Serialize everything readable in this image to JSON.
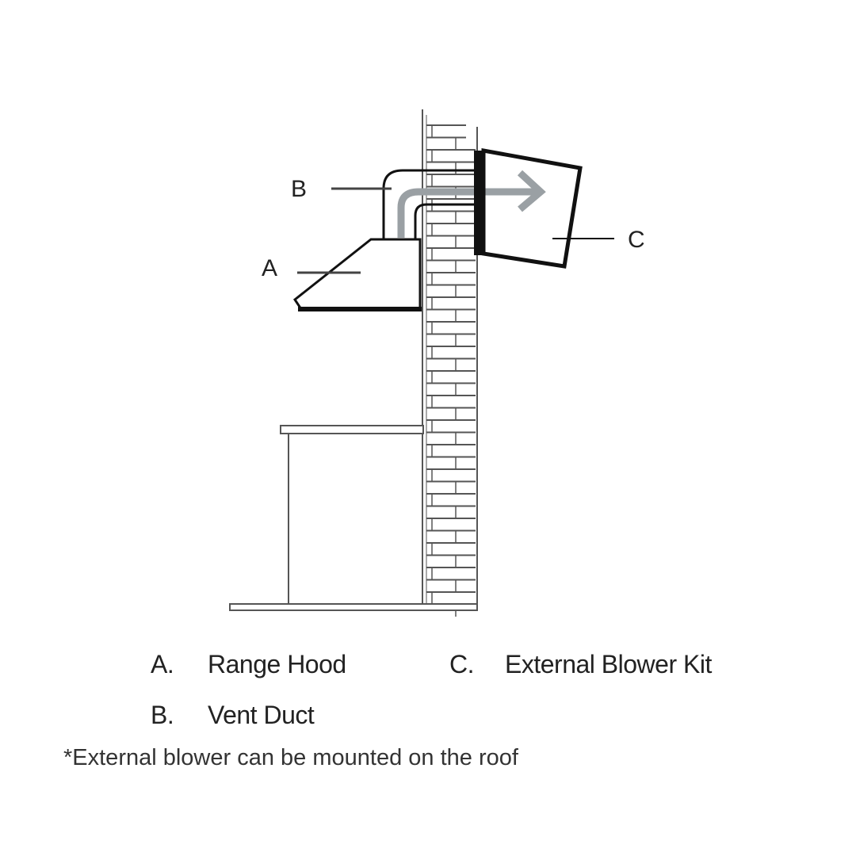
{
  "diagram": {
    "callouts": {
      "a": "A",
      "b": "B",
      "c": "C"
    },
    "legend": [
      {
        "key": "A.",
        "label": "Range Hood"
      },
      {
        "key": "B.",
        "label": "Vent Duct"
      },
      {
        "key": "C.",
        "label": "External Blower Kit"
      }
    ],
    "note": "*External blower can  be mounted on the roof",
    "colors": {
      "line": "#111111",
      "arrow": "#9aa0a4",
      "wall": "#555555"
    }
  }
}
